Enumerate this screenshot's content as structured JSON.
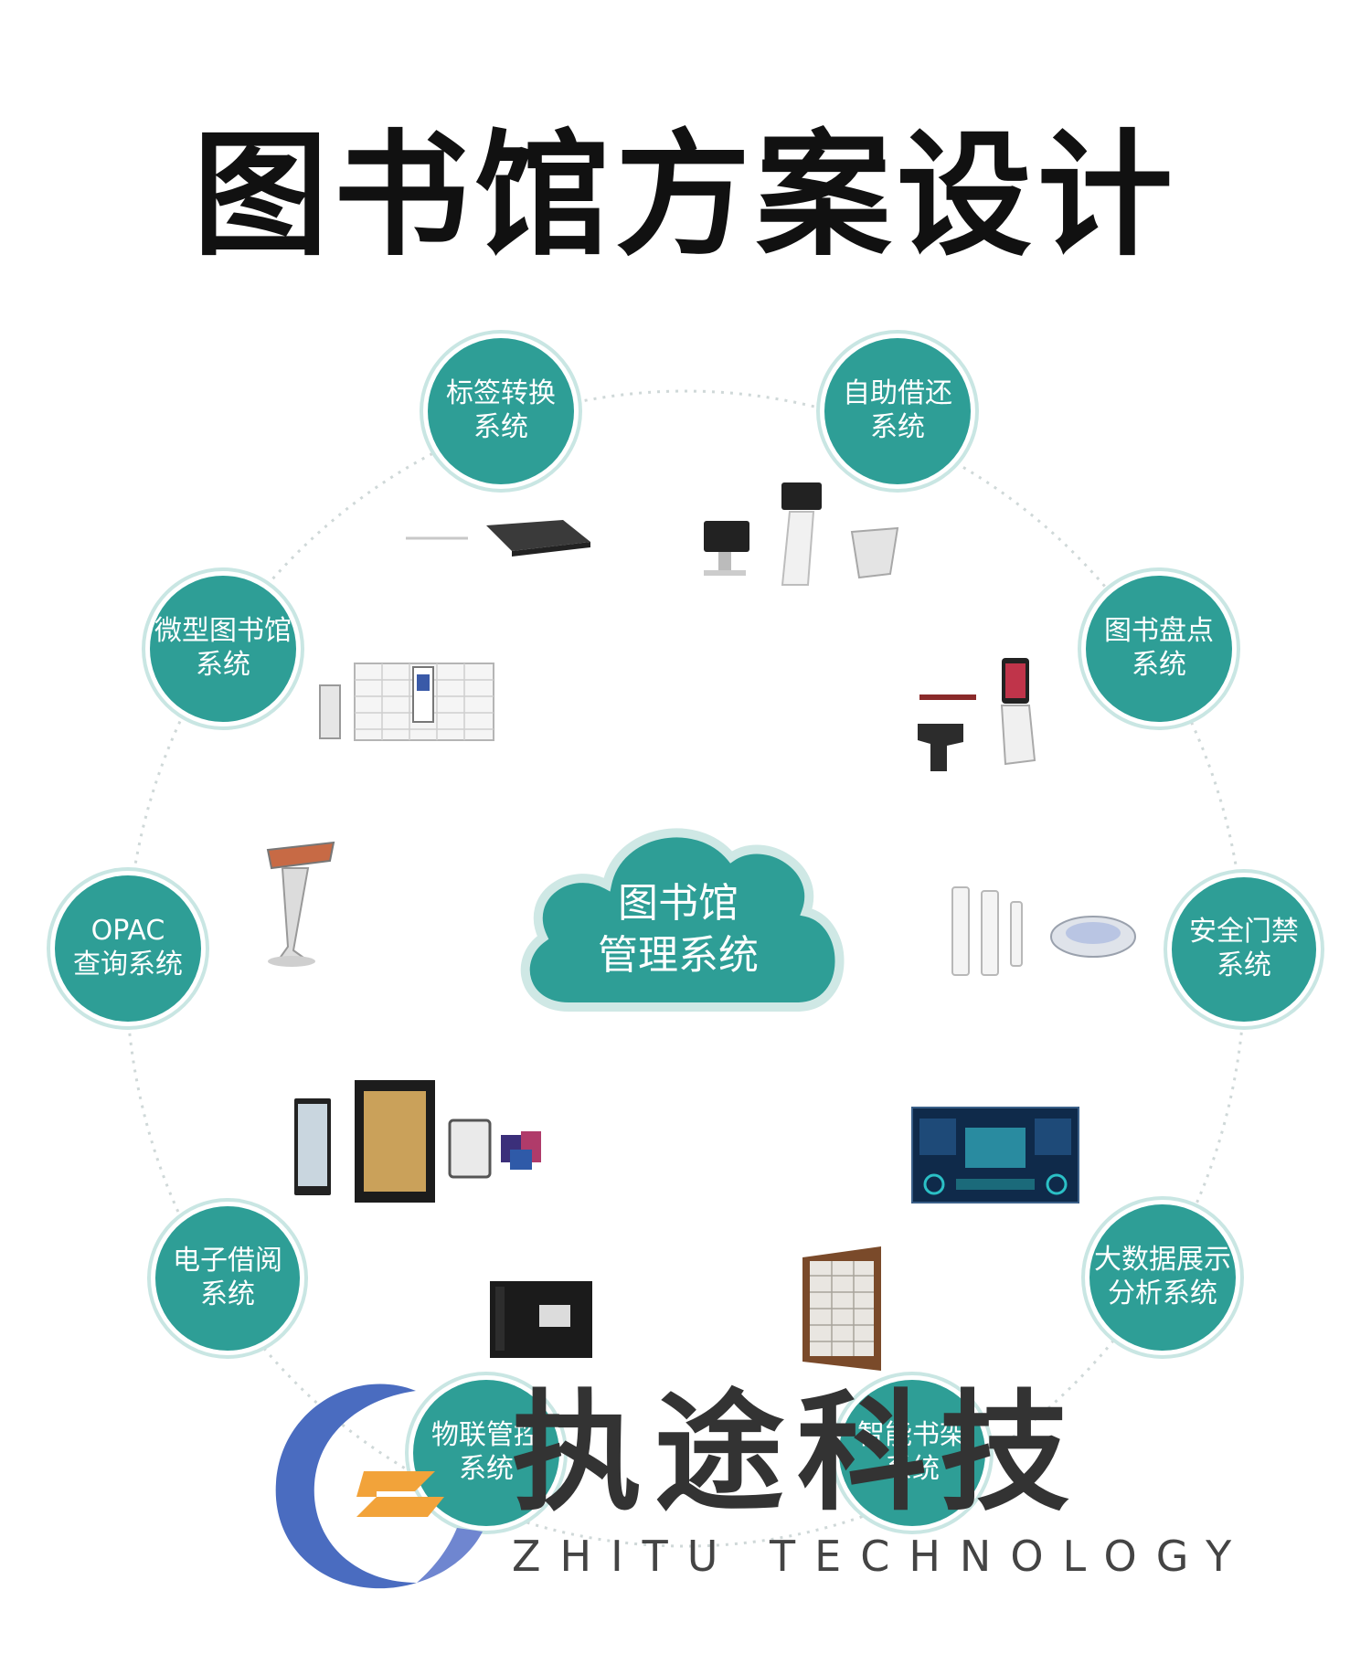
{
  "title": "图书馆方案设计",
  "center": {
    "line1": "图书馆",
    "line2": "管理系统"
  },
  "nodes": [
    {
      "line1": "标签转换",
      "line2": "系统"
    },
    {
      "line1": "自助借还",
      "line2": "系统"
    },
    {
      "line1": "图书盘点",
      "line2": "系统"
    },
    {
      "line1": "安全门禁",
      "line2": "系统"
    },
    {
      "line1": "大数据展示",
      "line2": "分析系统"
    },
    {
      "line1": "智能书架",
      "line2": "系统"
    },
    {
      "line1": "物联管控",
      "line2": "系统"
    },
    {
      "line1": "电子借阅",
      "line2": "系统"
    },
    {
      "line1": "OPAC",
      "line2": "查询系统"
    },
    {
      "line1": "微型图书馆",
      "line2": "系统"
    }
  ],
  "brand": {
    "name_cn": "执途科技",
    "name_en": "ZHITU TECHNOLOGY"
  },
  "colors": {
    "teal": "#2e9e96",
    "ring": "#c9e6e3",
    "logo_blue": "#4a6cc0",
    "logo_orange": "#f2a33a"
  }
}
